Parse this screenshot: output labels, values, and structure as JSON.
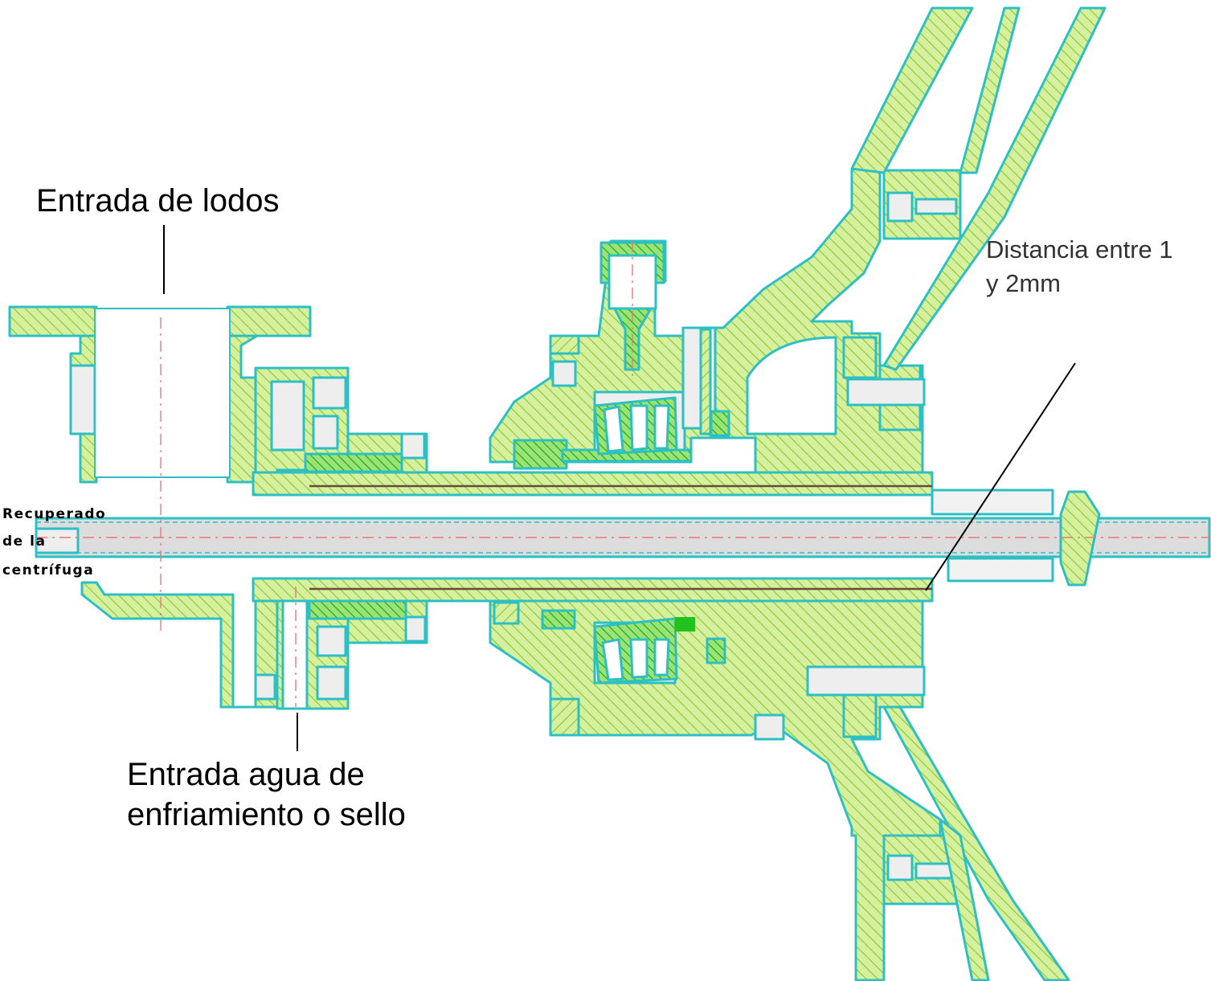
{
  "labels": {
    "sludge_inlet": "Entrada de lodos",
    "water_inlet_line1": "Entrada agua de",
    "water_inlet_line2": "enfriamiento o sello",
    "gap_line1": "Distancia entre 1",
    "gap_line2": "y 2mm",
    "recovered_line1": "Recuperado",
    "recovered_line2": "de la",
    "recovered_line3": "centrífuga"
  },
  "colors": {
    "fill": "#d6f0a0",
    "hatch": "#8fcf3a",
    "outline": "#2cbfc4",
    "hub_green": "#22c21e",
    "text": "#000000"
  }
}
